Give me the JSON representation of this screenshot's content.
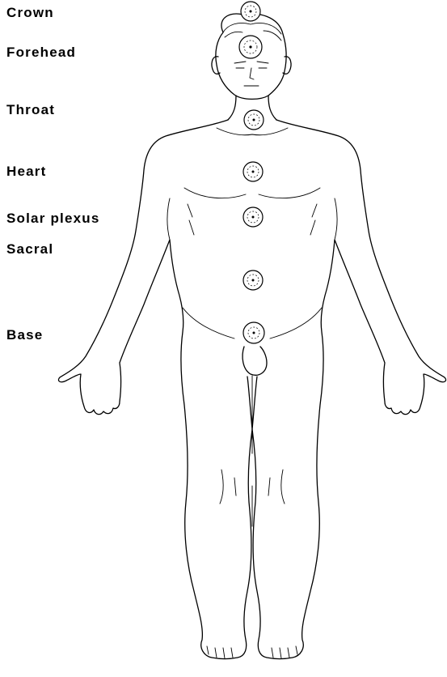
{
  "labels": {
    "crown": "Crown",
    "forehead": "Forehead",
    "throat": "Throat",
    "heart": "Heart",
    "solar_plexus": "Solar plexus",
    "sacral": "Sacral",
    "base": "Base"
  },
  "colors": {
    "line": "#000000",
    "background": "#ffffff"
  }
}
